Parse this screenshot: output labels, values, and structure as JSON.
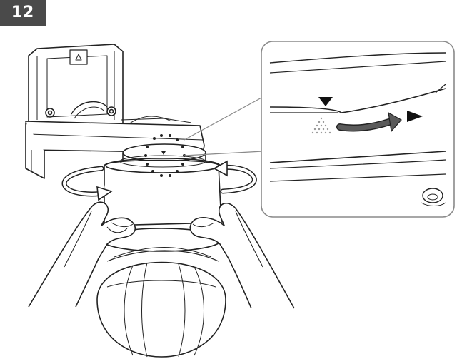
{
  "step": {
    "number": "12"
  },
  "colors": {
    "badge_background": "#4a4a4a",
    "badge_text": "#ffffff",
    "line": "#222222",
    "callout_border": "#8a8a8a",
    "arrow_fill": "#5a5a5a",
    "dotted_marker": "#9a9a9a"
  },
  "illustration": {
    "subject": "dome-camera-installation",
    "action": "rotate-camera-to-lock",
    "detail": "align-triangle-markers"
  }
}
